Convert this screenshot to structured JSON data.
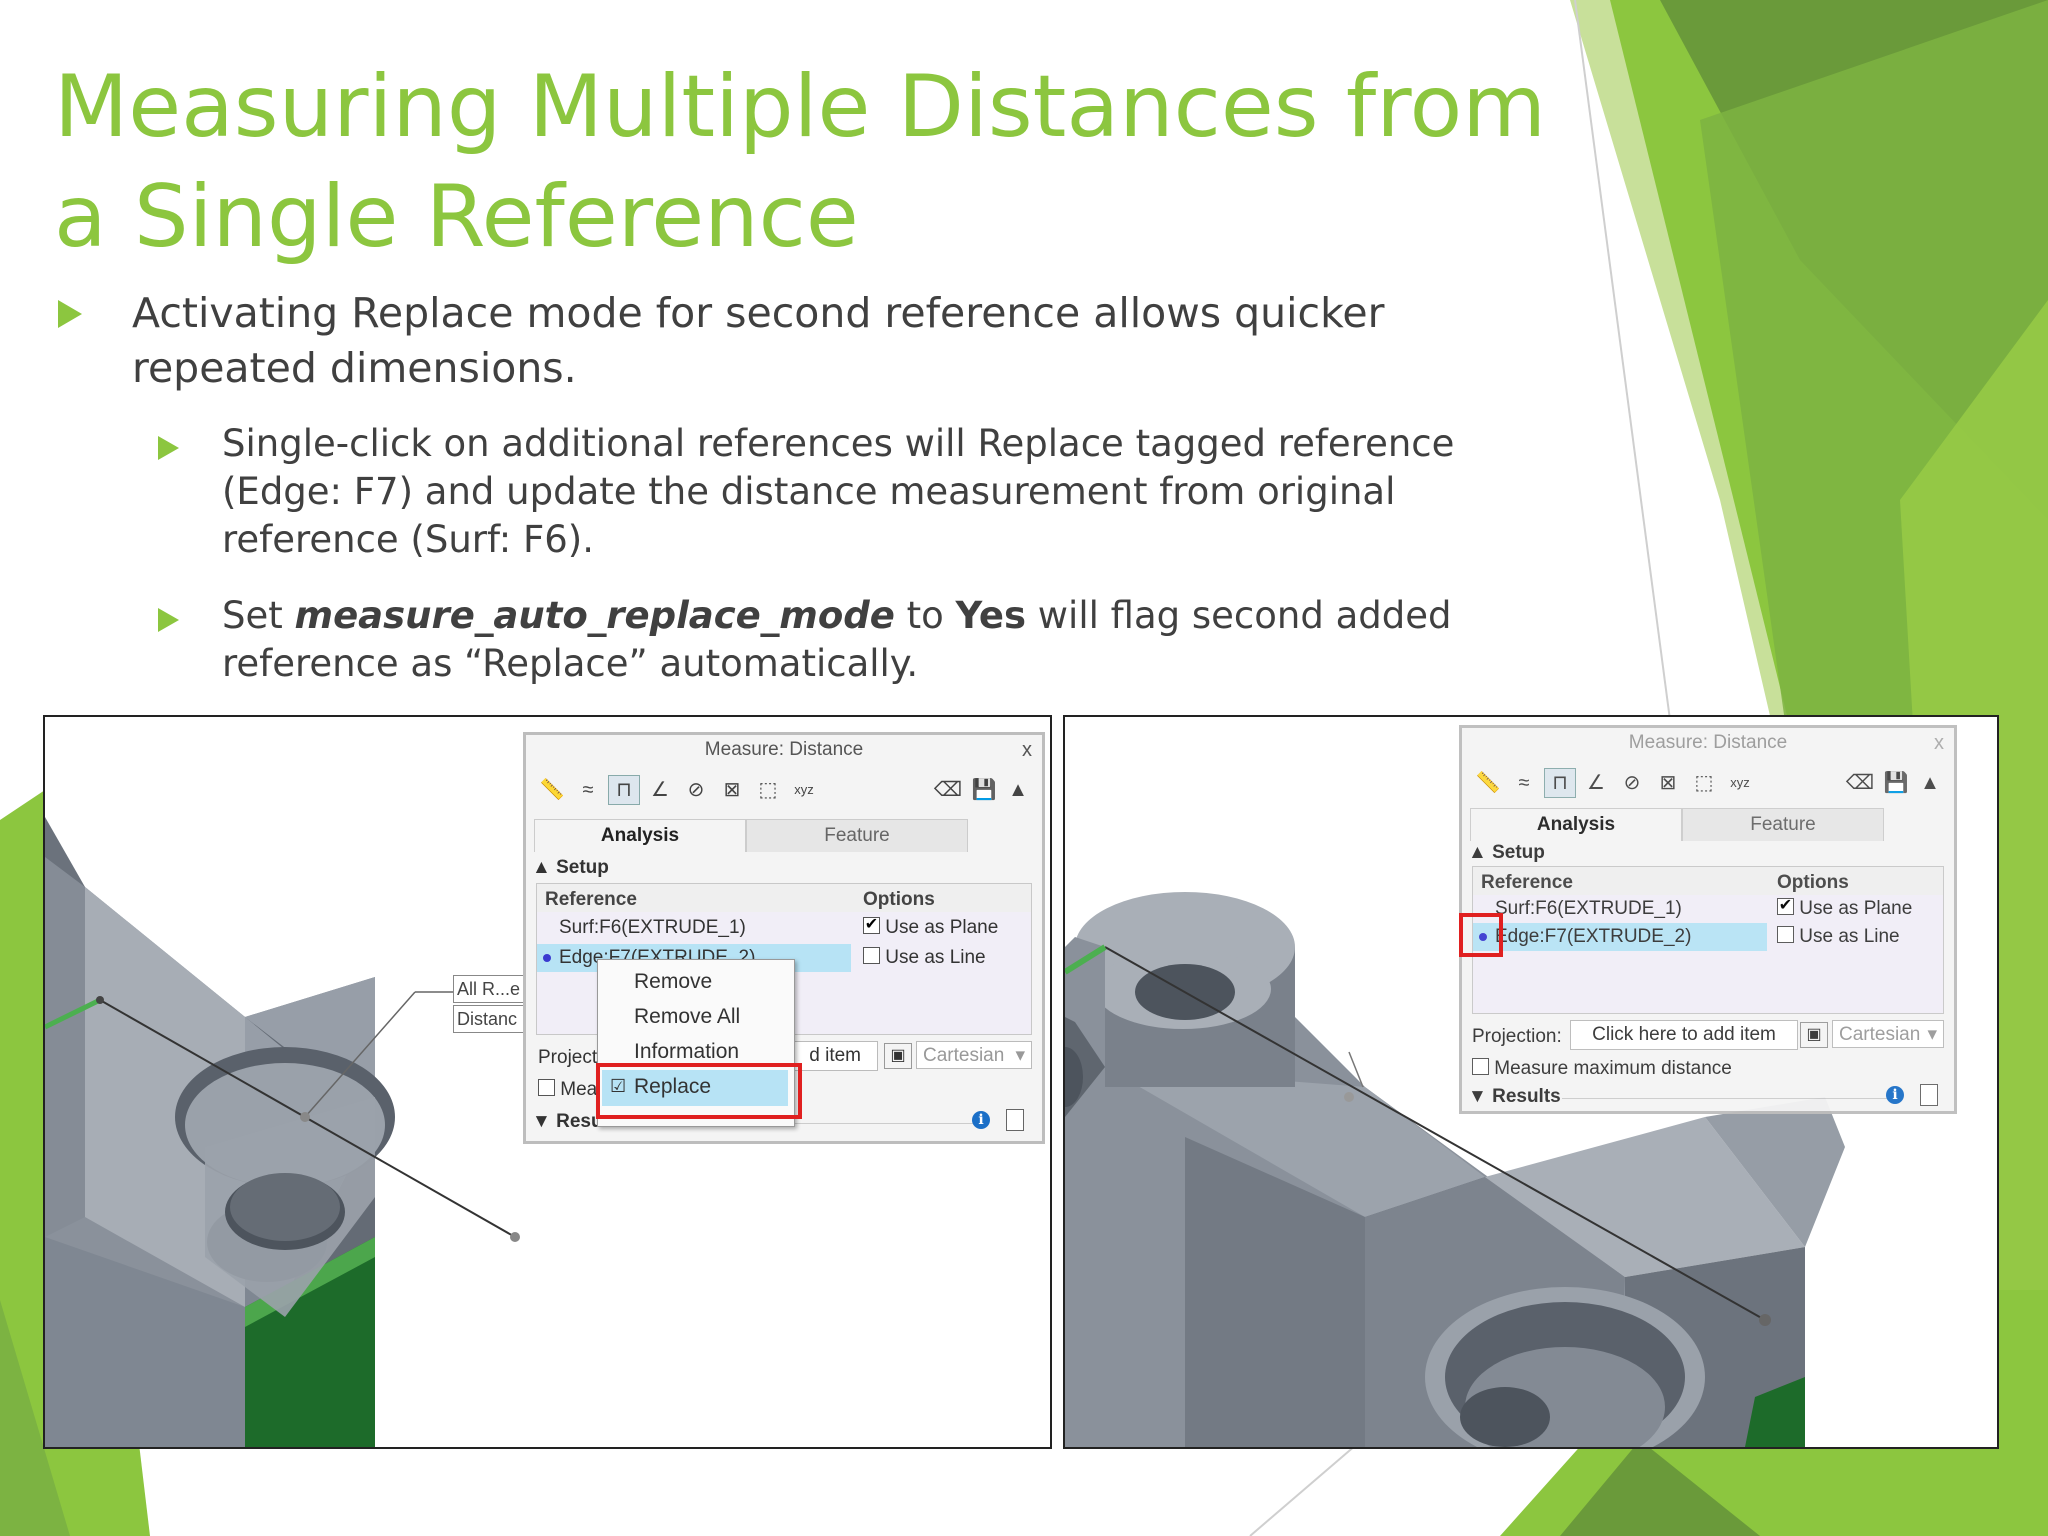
{
  "slide": {
    "title_line1": "Measuring Multiple Distances from",
    "title_line2": "a Single Reference",
    "bullet1": "Activating Replace mode for second reference allows quicker repeated dimensions.",
    "bullet2": "Single-click on additional references will Replace tagged reference (Edge: F7) and update the distance measurement from original reference (Surf: F6).",
    "bullet3_pre": "Set ",
    "bullet3_option": "measure_auto_replace_mode",
    "bullet3_mid": " to ",
    "bullet3_value": "Yes",
    "bullet3_post": " will flag second added reference as “Replace” automatically.",
    "accent_color": "#8cc63f"
  },
  "left_shot": {
    "dialog": {
      "title": "Measure: Distance",
      "close": "x",
      "tab_analysis": "Analysis",
      "tab_feature": "Feature",
      "setup_label": "Setup",
      "col_reference": "Reference",
      "col_options": "Options",
      "row1_ref": "Surf:F6(EXTRUDE_1)",
      "row1_opt": "Use as Plane",
      "row2_ref": "Edge:F7(EXTRUDE_2)",
      "row2_opt": "Use as Line",
      "projection_label": "Project",
      "projection_value": "d item",
      "cartesian": "Cartesian",
      "measure_max_label": "Mea",
      "results_label": "Results"
    },
    "context_menu": {
      "items": [
        "Remove",
        "Remove All",
        "Information",
        "Replace"
      ],
      "checked_item": "Replace"
    },
    "model_label_1": "All R...e",
    "model_label_2": "Distanc"
  },
  "right_shot": {
    "dialog": {
      "title": "Measure: Distance",
      "close": "x",
      "tab_analysis": "Analysis",
      "tab_feature": "Feature",
      "setup_label": "Setup",
      "col_reference": "Reference",
      "col_options": "Options",
      "row1_ref": "Surf:F6(EXTRUDE_1)",
      "row1_opt": "Use as Plane",
      "row2_ref": "Edge:F7(EXTRUDE_2)",
      "row2_opt": "Use as Line",
      "projection_label": "Projection:",
      "projection_value": "Click here to add item",
      "cartesian": "Cartesian",
      "measure_max_label": "Measure maximum distance",
      "results_label": "Results"
    }
  }
}
